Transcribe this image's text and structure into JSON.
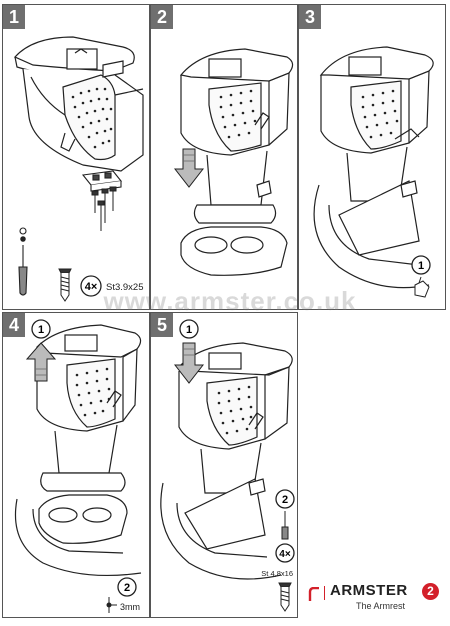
{
  "steps": [
    {
      "number": "1"
    },
    {
      "number": "2"
    },
    {
      "number": "3"
    },
    {
      "number": "4"
    },
    {
      "number": "5"
    }
  ],
  "step1": {
    "qty_label": "4×",
    "screw_spec": "St3.9x25"
  },
  "step3": {
    "callout": "1"
  },
  "step4": {
    "callout_top": "1",
    "callout_bottom": "2",
    "measure": "3mm"
  },
  "step5": {
    "callout_top": "1",
    "callout_screw": "2",
    "qty_label": "4×",
    "screw_spec": "St 4,8x16"
  },
  "watermark": "www.armster.co.uk",
  "brand": {
    "name": "ARMSTER",
    "model": "2",
    "tagline": "The Armrest",
    "accent_color": "#d3202a"
  },
  "icons": [
    "screwdriver-icon",
    "screw-icon",
    "washer-icon",
    "arrow-down-icon",
    "arrow-up-icon",
    "hand-icon",
    "ruler-icon"
  ]
}
